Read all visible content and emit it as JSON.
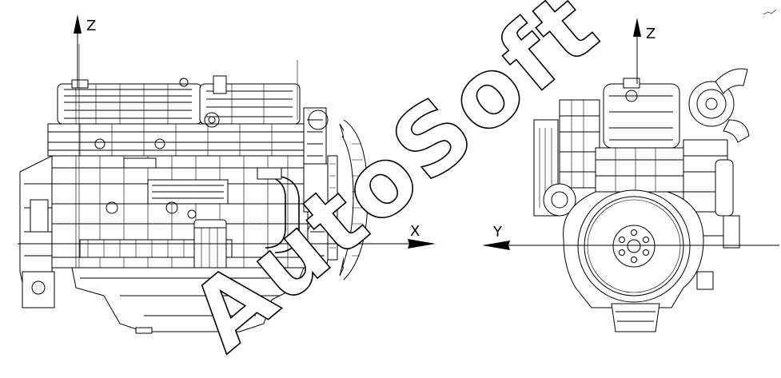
{
  "figure": {
    "views": [
      {
        "id": "side-view",
        "axes": {
          "vertical": "Z",
          "horizontal": "X"
        }
      },
      {
        "id": "front-view",
        "axes": {
          "vertical": "Z",
          "horizontal": "Y"
        }
      }
    ]
  },
  "watermark": {
    "text": "AutoSoft",
    "style": "outlined"
  },
  "colors": {
    "ink": "#000000",
    "background": "#ffffff"
  }
}
